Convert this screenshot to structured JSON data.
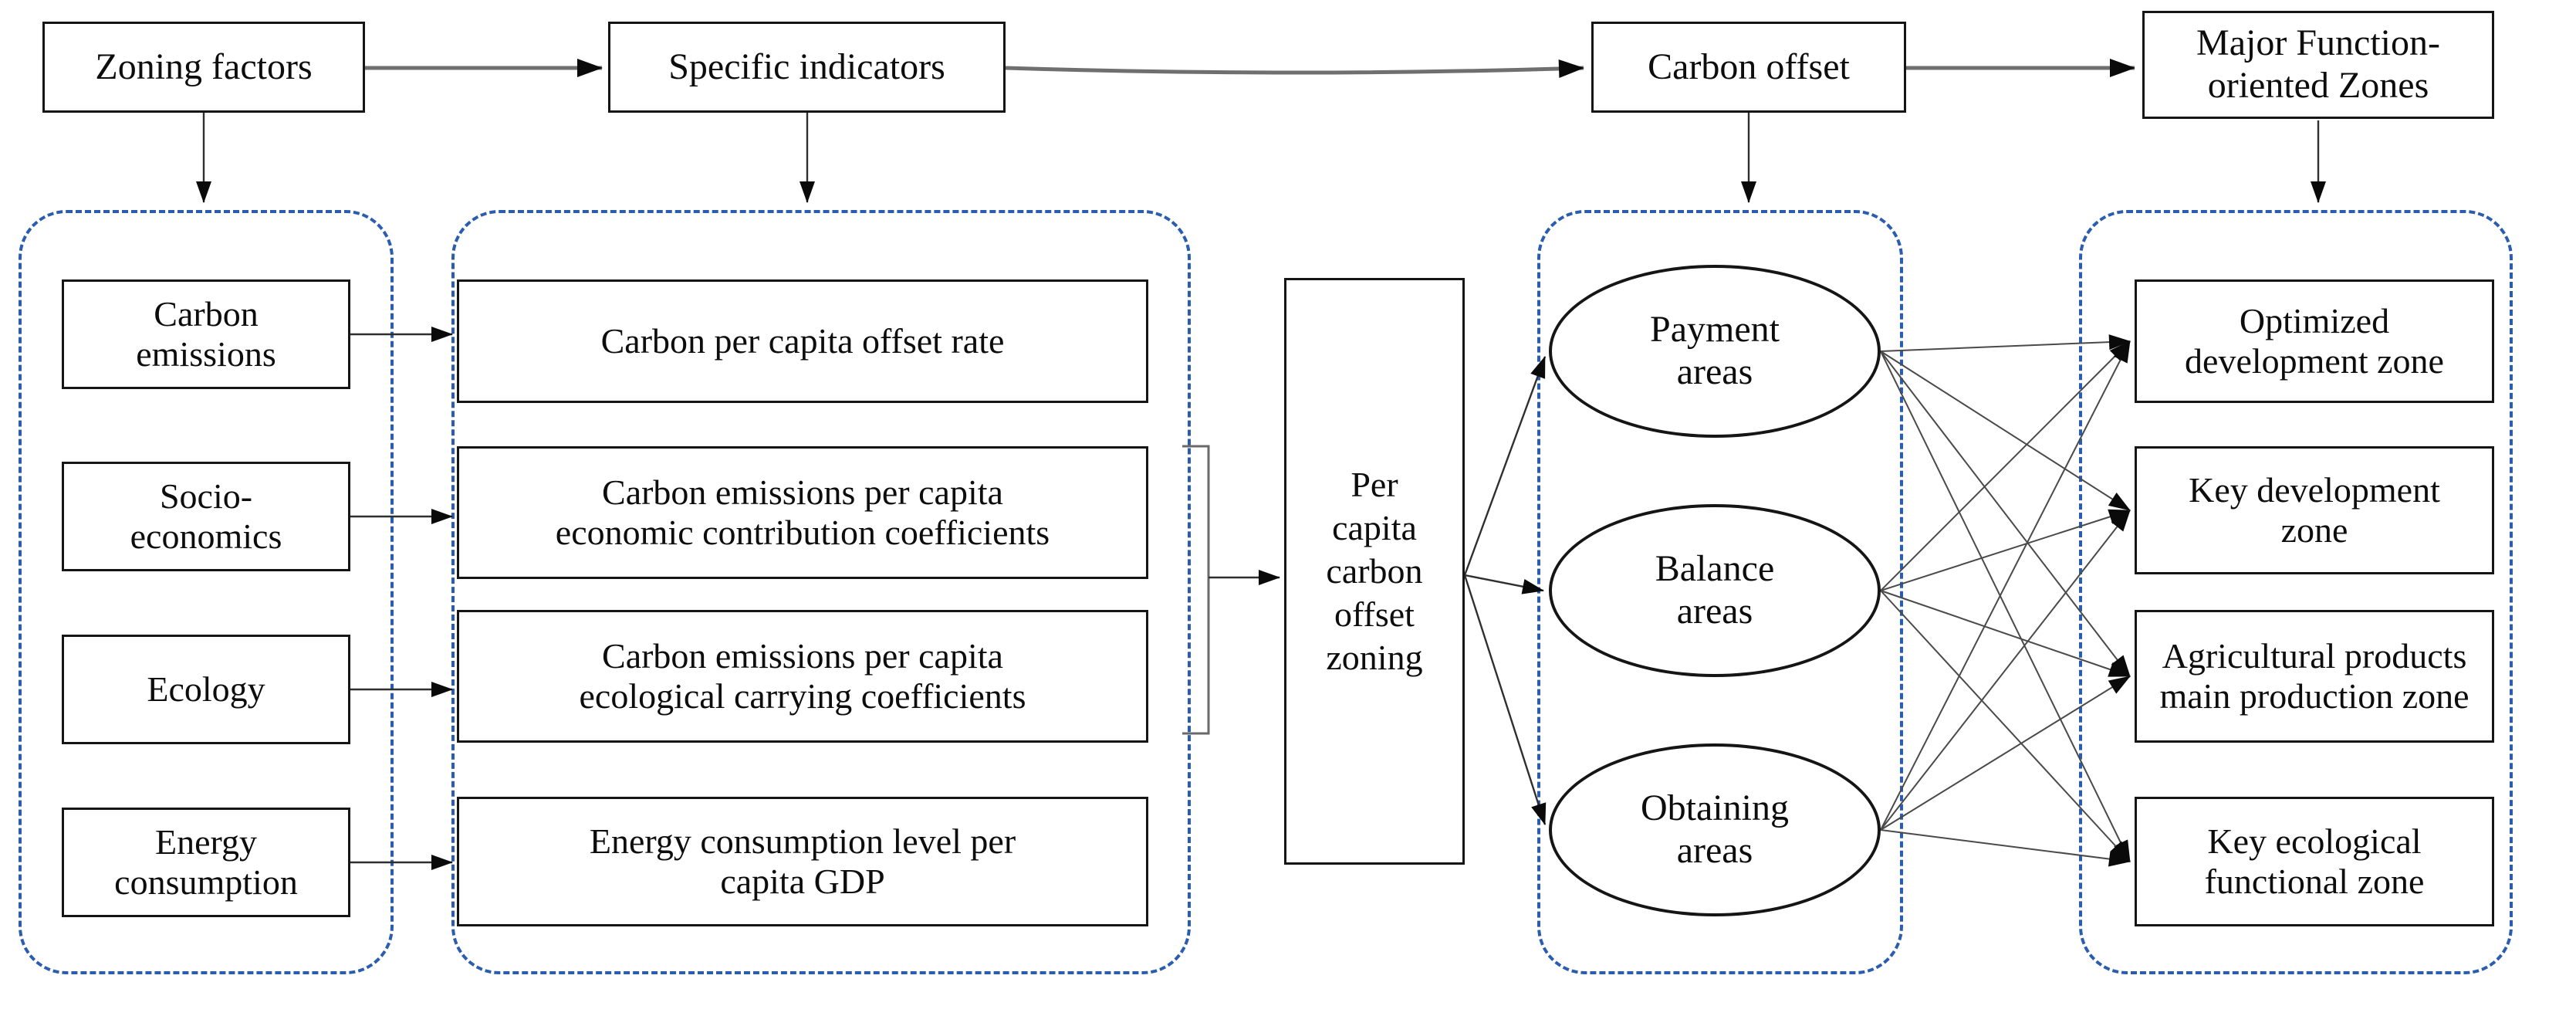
{
  "diagram": {
    "top_row": [
      {
        "label": "Zoning factors"
      },
      {
        "label": "Specific indicators"
      },
      {
        "label": "Carbon offset"
      },
      {
        "label": "Major Function-\noriented Zones"
      }
    ],
    "factors": [
      {
        "label": "Carbon\nemissions"
      },
      {
        "label": "Socio-\neconomics"
      },
      {
        "label": "Ecology"
      },
      {
        "label": "Energy\nconsumption"
      }
    ],
    "indicators": [
      {
        "label": "Carbon per capita offset rate"
      },
      {
        "label": "Carbon emissions per capita\neconomic contribution coefficients"
      },
      {
        "label": "Carbon emissions per capita\necological carrying coefficients"
      },
      {
        "label": "Energy consumption level per\ncapita GDP"
      }
    ],
    "process": {
      "label": "Per\ncapita\ncarbon\noffset\nzoning"
    },
    "offset_areas": [
      {
        "label": "Payment\nareas"
      },
      {
        "label": "Balance\nareas"
      },
      {
        "label": "Obtaining\nareas"
      }
    ],
    "zones": [
      {
        "label": "Optimized\ndevelopment zone"
      },
      {
        "label": "Key development\nzone"
      },
      {
        "label": "Agricultural products\nmain production zone"
      },
      {
        "label": "Key ecological\nfunctional zone"
      }
    ],
    "colors": {
      "dashed_border": "#2a5db0",
      "box_border": "#151515",
      "connector": "#4a4a4a"
    }
  }
}
